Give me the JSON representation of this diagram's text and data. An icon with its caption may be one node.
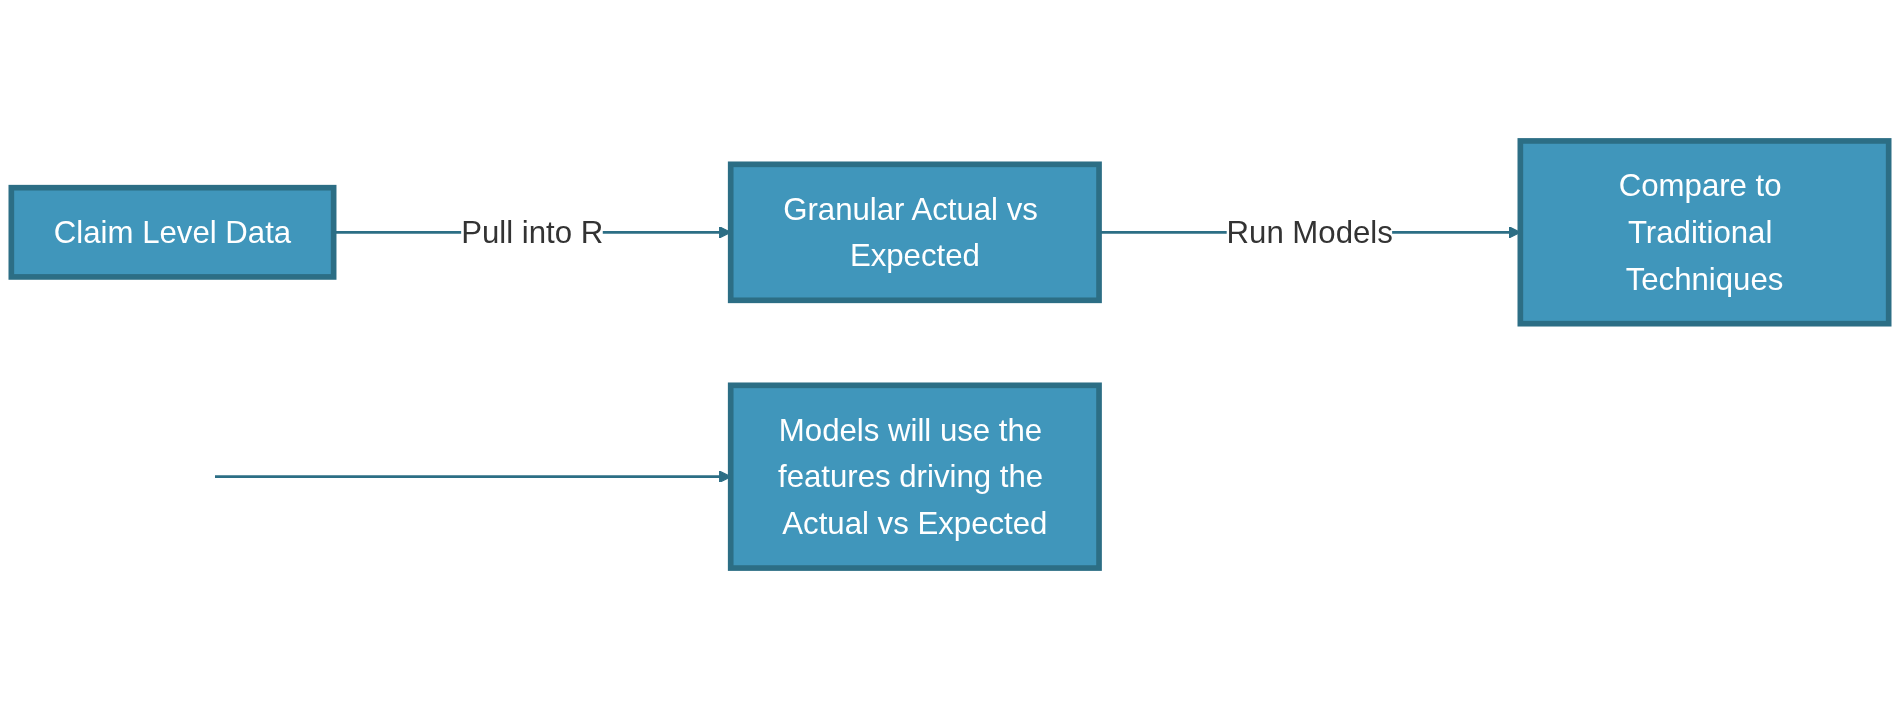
{
  "diagram": {
    "nodes": [
      {
        "text": [
          "Claim Level Data"
        ]
      },
      {
        "text": [
          "Granular Actual vs Expected"
        ]
      },
      {
        "text": [
          "Compare to Traditional Techniques"
        ]
      },
      {
        "text": [
          "Models will use the features driving the Actual vs Expected"
        ]
      }
    ],
    "edges": [
      {
        "from": 0,
        "to": 1,
        "arrow": "to",
        "label": "Pull into R"
      },
      {
        "from": 1,
        "to": 2,
        "arrow": "to",
        "label": "Run Models"
      },
      {
        "from": null,
        "to": 3,
        "arrow": "to"
      }
    ]
  }
}
